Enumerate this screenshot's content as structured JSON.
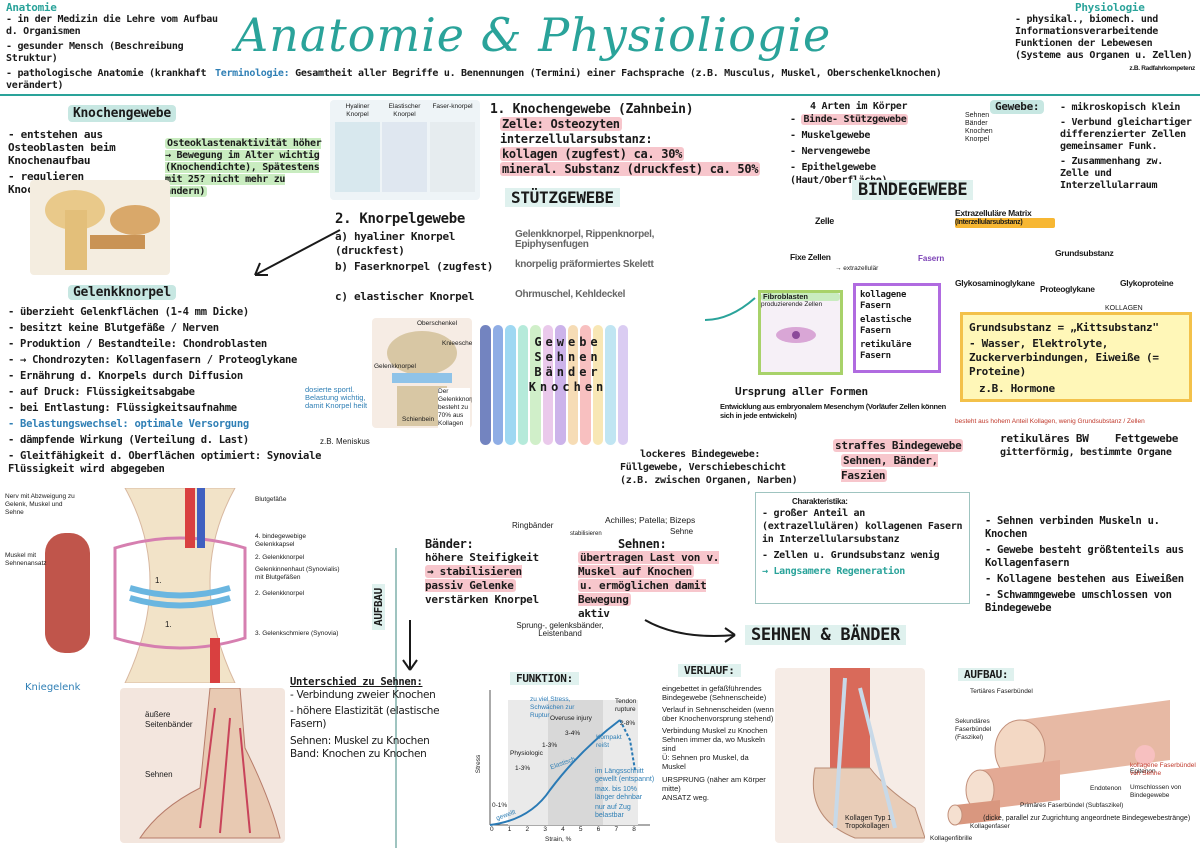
{
  "title": "Anatomie & Physioliogie",
  "terminology": {
    "label": "Terminologie:",
    "text": "Gesamtheit aller Begriffe u. Benennungen (Termini) einer Fachsprache (z.B. Musculus, Muskel, Oberschenkelknochen)"
  },
  "anatomie": {
    "heading": "Anatomie",
    "items": [
      "in der Medizin die Lehre vom Aufbau d. Organismen",
      "gesunder Mensch (Beschreibung Struktur)",
      "pathologische Anatomie (krankhaft verändert)"
    ]
  },
  "physiologie": {
    "heading": "Physiologie",
    "items": [
      "physikal., biomech. und Informationsverarbeitende Funktionen der Lebewesen (Systeme aus Organen u. Zellen)"
    ],
    "source": "z.B. Radfahrkompetenz"
  },
  "knochengewebe": {
    "heading": "Knochengewebe",
    "items": [
      "entstehen aus Osteoblasten beim Knochenaufbau",
      "regulieren Knochenumbau"
    ],
    "osteoklasten_note": "Osteoklastenaktivität höher → Bewegung im Alter wichtig (Knochendichte), Spätestens mit 25? nicht mehr zu ändern)"
  },
  "stuetzgewebe": {
    "heading": "STÜTZGEWEBE",
    "knochen_title": "1. Knochengewebe (Zahnbein)",
    "knochen_items": [
      "Zelle: Osteozyten",
      "interzellularsubstanz:",
      "kollagen (zugfest) ca. 30%",
      "mineral. Substanz (druckfest) ca. 50%"
    ],
    "knorpel_title": "2. Knorpelgewebe",
    "knorpel_items": [
      {
        "label": "a) hyaliner Knorpel (druckfest)",
        "desc": "Gelenkknorpel, Rippenknorpel, Epiphysenfugen"
      },
      {
        "label": "b) Faserknorpel (zugfest)",
        "desc": "knorpelig präformiertes Skelett"
      },
      {
        "label": "c) elastischer Knorpel",
        "desc": "Ohrmuschel, Kehldeckel"
      }
    ],
    "cartilage_labels": [
      "Hyaliner Knorpel",
      "Elastischer Knorpel",
      "Faser-knorpel"
    ]
  },
  "gelenkknorpel": {
    "heading": "Gelenkknorpel",
    "items": [
      "überzieht Gelenkflächen (1-4 mm Dicke)",
      "besitzt keine Blutgefäße / Nerven",
      "Produktion / Bestandteile: Chondroblasten",
      "→ Chondrozyten: Kollagenfasern / Proteoglykane",
      "Ernährung d. Knorpels durch Diffusion",
      "auf Druck: Flüssigkeitsabgabe",
      "bei Entlastung: Flüssigkeitsaufnahme",
      "Belastungswechsel: optimale Versorgung",
      "dämpfende Wirkung (Verteilung d. Last)",
      "Gleitfähigkeit d. Oberflächen optimiert: Synoviale Flüssigkeit wird abgegeben"
    ],
    "side_note": "dosierte sportl. Belastung wichtig, damit Knorpel heilt",
    "example": "z.B. Meniskus"
  },
  "gewebe_arten": {
    "title": "4 Arten im Körper",
    "items": [
      "Binde- Stützgewebe",
      "Muskelgewebe",
      "Nervengewebe",
      "Epithelgewebe (Haut/Oberfläche)"
    ],
    "sub": [
      "Sehnen",
      "Bänder",
      "Knochen",
      "Knorpel"
    ]
  },
  "gewebe_def": {
    "heading": "Gewebe:",
    "items": [
      "mikroskopisch klein",
      "Verbund gleichartiger differenzierter Zellen gemeinsamer Funk.",
      "Zusammenhang zw. Zelle und Interzellularraum"
    ]
  },
  "bindegewebe": {
    "heading": "BINDEGEWEBE",
    "zelle": "Zelle",
    "extra": "Extrazelluläre Matrix",
    "extra_sub": "(Interzellularsubstanz)",
    "fixe": "Fixe Zellen",
    "freie": "→ extrazellulär",
    "fibroblasten": "Fibroblasten",
    "produktion": "produzierende Zellen",
    "fasern": "Fasern",
    "fasern_list": [
      "kollagene Fasern",
      "elastische Fasern",
      "retikuläre Fasern"
    ],
    "grund": "Grundsubstanz",
    "glyko": "Glykosaminoglykane",
    "proteo": "Proteoglykane",
    "glykoprot": "Glykoproteine",
    "kollagen_label": "KOLLAGEN",
    "grund_box_title": "Grundsubstanz = „Kittsubstanz\"",
    "grund_box_items": [
      "Wasser, Elektrolyte, Zuckerverbindungen, Eiweiße (= Proteine)",
      "z.B. Hormone"
    ],
    "ursprung": "Ursprung aller Formen",
    "entwicklung": "Entwicklung aus embryonalem Mesenchym (Vorläufer Zellen können sich in jede entwickeln)",
    "besteht": "besteht aus hohem Anteil Kollagen, wenig Grundsubstanz / Zellen",
    "lockeres_title": "lockeres Bindegewebe:",
    "lockeres_text": "Füllgewebe, Verschiebeschicht (z.B. zwischen Organen, Narben)",
    "straffes_title": "straffes Bindegewebe",
    "straffes_text": "Sehnen, Bänder, Faszien",
    "retikulaer": "retikuläres BW",
    "retikulaer_text": "gitterförmig, bestimmte Organe",
    "fett": "Fettgewebe",
    "charakteristika_title": "Charakteristika:",
    "charakteristika": [
      "großer Anteil an (extrazellulären) kollagenen Fasern in Interzellularsubstanz",
      "Zellen u. Grundsubstanz wenig",
      "→ Langsamere Regeneration"
    ]
  },
  "gewebe_bar": {
    "lines": [
      "Gewebe",
      "Sehnen",
      "Bänder",
      "Knochen"
    ],
    "colors": [
      "#5b6fb5",
      "#7b9fe0",
      "#8ed1f0",
      "#a8e6d4",
      "#c8ecc0",
      "#e6c0e8",
      "#c3a6e6",
      "#f5d6a8",
      "#f7b5b5",
      "#f7e3a8",
      "#b5e0f0",
      "#d3c3f0"
    ]
  },
  "sehnen_baender": {
    "heading": "SEHNEN & BÄNDER",
    "baender_title": "Bänder:",
    "baender_items": [
      "höhere Steifigkeit",
      "→ stabilisieren passiv Gelenke",
      "verstärken Knorpel"
    ],
    "sehnen_title": "Sehnen:",
    "sehnen_items": [
      "übertragen Last von v. Muskel auf Knochen",
      "u. ermöglichen damit Bewegung",
      "aktiv"
    ],
    "ringbaender": "Ringbänder",
    "stabilisieren": "stabilisieren",
    "achilles": "Achilles; Patella; Bizeps",
    "sehne": "Sehne",
    "sprung": "Sprung-, gelenksbänder, Leistenband",
    "list_right": [
      "Sehnen verbinden Muskeln u. Knochen",
      "Gewebe besteht größtenteils aus Kollagenfasern",
      "Kollagene bestehen aus Eiweißen",
      "Schwammgewebe umschlossen von Bindegewebe"
    ]
  },
  "aufbau_label": "AUFBAU",
  "unterschied": {
    "title": "Unterschied zu Sehnen:",
    "items": [
      "Verbindung zweier Knochen",
      "höhere Elastizität (elastische Fasern)"
    ],
    "sehnen": "Sehnen: Muskel zu Knochen",
    "band": "Band: Knochen zu Knochen"
  },
  "knee": {
    "label": "Kniegelenk",
    "labels": [
      "Nerv mit Abzweigung zu Gelenk, Muskel und Sehne",
      "Muskel mit Sehnenansatz",
      "Blutgefäße",
      "4. bindegewebige Gelenkkapsel",
      "2. Gelenkknorpel",
      "Gelenkinnenhaut (Synovialis) mit Blutgefäßen",
      "2. Gelenkknorpel",
      "3. Gelenkschmiere (Synovia)",
      "1.",
      "1."
    ]
  },
  "foot_labels": [
    "äußere Seitenbänder",
    "Sehnen"
  ],
  "knee_small_labels": [
    "Oberschenkel",
    "Knieescheibe",
    "Gelenkknorpel",
    "Schienbein",
    "Der Gelenkknorpel besteht zu 70% aus Kollagen"
  ],
  "funktion": {
    "heading": "FUNKTION:",
    "chart_top": "zu viel Stress, Schwächen zur Ruptur",
    "overuse": "Overuse injury",
    "tendon": "Tendon rupture",
    "physio": "Physiologic",
    "pct": [
      "1-3%",
      "3-4%",
      "1-3%",
      "2-8%",
      "0-1%"
    ],
    "notes": [
      "im Längsschnitt gewellt (entspannt)",
      "max. bis 10% länger dehnbar",
      "nur auf Zug belastbar"
    ],
    "zones": [
      "gewellt",
      "Elastisch",
      "Kompakt reißt"
    ],
    "xlabel": "Strain, %",
    "ylabel": "Stress",
    "ticks": [
      "0",
      "1",
      "2",
      "3",
      "4",
      "5",
      "6",
      "7",
      "8"
    ]
  },
  "verlauf": {
    "heading": "VERLAUF:",
    "items": [
      "eingebettet in gefäßführendes Bindegewebe (Sehnenscheide)",
      "Verlauf in Sehnenscheiden (wenn über Knochenvorsprung stehend)",
      "Verbindung Muskel zu Knochen",
      "Sehnen immer da, wo Muskeln sind",
      "Ü: Sehnen pro Muskel, da Muskel"
    ],
    "ursprung": "URSPRUNG (näher am Körper mitte)",
    "ansatz": "ANSATZ weg."
  },
  "aufbau_right": {
    "heading": "AUFBAU:",
    "labels": [
      "Tertiäres Faserbündel",
      "Sekundäres Faserbündel (Faszikel)",
      "Epitenon",
      "Endotenon",
      "Primäres Faserbündel (Subfaszikel)",
      "Kollagenfaser",
      "Kollagenfibrille"
    ],
    "notes": [
      "kollagene Faserbündel von Sehne",
      "Umschlossen von Bindegewebe",
      "Kollagen Typ 1",
      "Tropokollagen",
      "(dicke, parallel zur Zugrichtung angeordnete Bindegewebestränge)"
    ]
  }
}
